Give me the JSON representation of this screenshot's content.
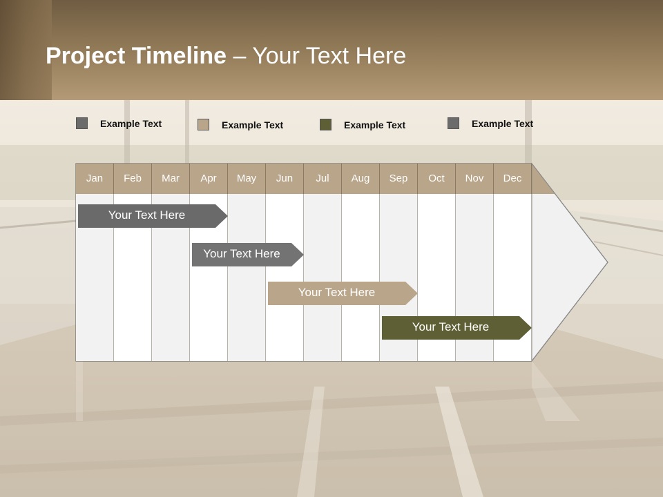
{
  "slide": {
    "title_bold": "Project Timeline",
    "title_rest": " – Your Text Here"
  },
  "legend": [
    {
      "label": "Example Text",
      "color": "#6b6b6b"
    },
    {
      "label": "Example Text",
      "color": "#b9a589"
    },
    {
      "label": "Example Text",
      "color": "#5e5f35"
    },
    {
      "label": "Example Text",
      "color": "#6b6b6b"
    }
  ],
  "timeline": {
    "months": [
      "Jan",
      "Feb",
      "Mar",
      "Apr",
      "May",
      "Jun",
      "Jul",
      "Aug",
      "Sep",
      "Oct",
      "Nov",
      "Dec"
    ],
    "tasks": [
      {
        "label": "Your  Text Here",
        "start": "Jan",
        "end": "Apr",
        "color": "#6a6a6a"
      },
      {
        "label": "Your  Text Here",
        "start": "Apr",
        "end": "Jun",
        "color": "#737373"
      },
      {
        "label": "Your  Text Here",
        "start": "Jun",
        "end": "Sep",
        "color": "#b9a589"
      },
      {
        "label": "Your  Text Here",
        "start": "Sep",
        "end": "Dec",
        "color": "#5e5f35"
      }
    ]
  },
  "colors": {
    "month_header": "#b9a589",
    "column_light": "#f2f2f2",
    "column_white": "#ffffff"
  }
}
